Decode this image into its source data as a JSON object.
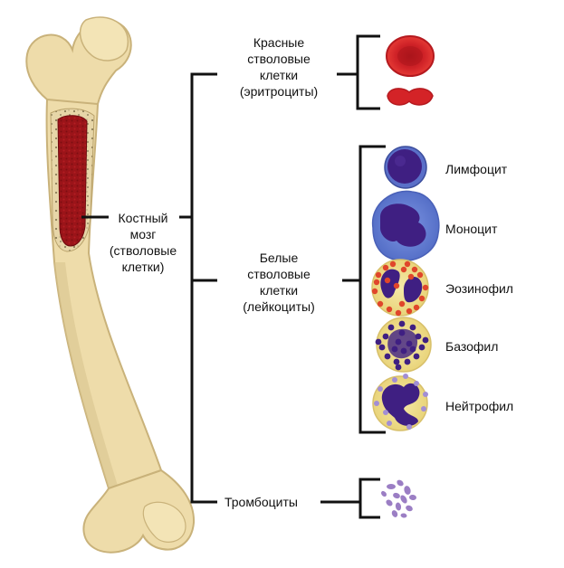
{
  "labels": {
    "marrow": [
      "Костный",
      "мозг",
      "(стволовые",
      "клетки)"
    ],
    "red_cells": [
      "Красные",
      "стволовые",
      "клетки",
      "(эритроциты)"
    ],
    "white_cells": [
      "Белые",
      "стволовые",
      "клетки",
      "(лейкоциты)"
    ],
    "platelets": "Тромбоциты",
    "lymphocyte": "Лимфоцит",
    "monocyte": "Моноцит",
    "eosinophil": "Эозинофил",
    "basophil": "Базофил",
    "neutrophil": "Нейтрофил"
  },
  "colors": {
    "bone": "#eedcaa",
    "bone_shade": "#c9b27a",
    "marrow": "#9b1419",
    "erythrocyte": "#d42327",
    "nucleus": "#3f1f82",
    "leukocyte_body": "#f0e08e",
    "monocyte_body": "#6b86d8",
    "eosinophil_granule": "#e0462b",
    "platelet": "#9b7ec4",
    "bracket": "#111111"
  }
}
